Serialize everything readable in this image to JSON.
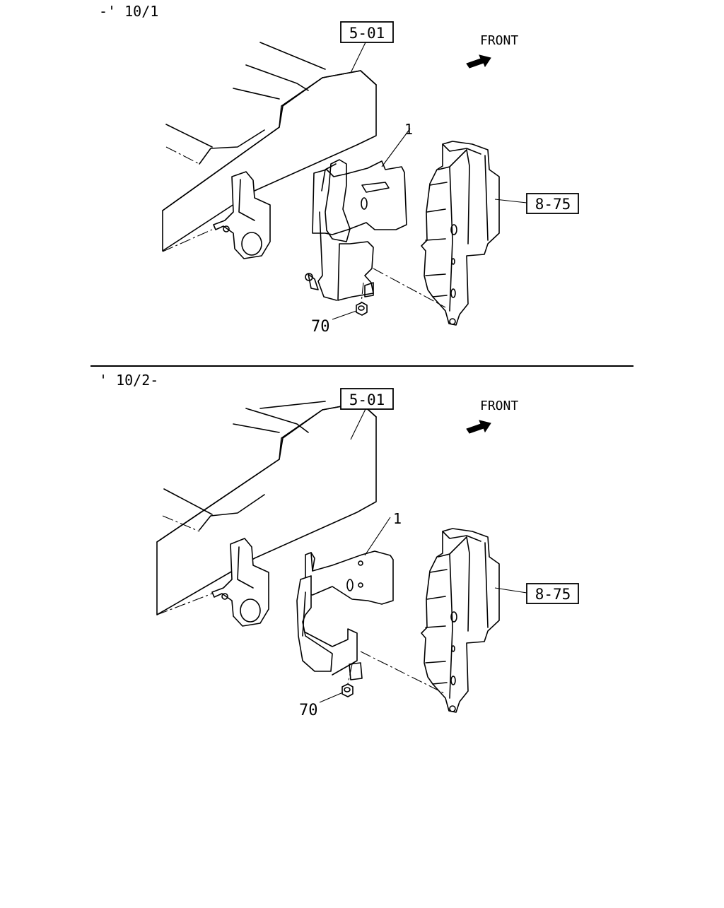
{
  "sections": [
    {
      "range_label": "-' 10/1",
      "ref_frame": "5-01",
      "ref_ecu": "8-75",
      "front_label": "FRONT",
      "part_bracket": "1",
      "part_nut": "70"
    },
    {
      "range_label": "' 10/2-",
      "ref_frame": "5-01",
      "ref_ecu": "8-75",
      "front_label": "FRONT",
      "part_bracket": "1",
      "part_nut": "70"
    }
  ],
  "colors": {
    "line": "#000000",
    "background": "#ffffff"
  },
  "icons": [
    "front-arrow-icon"
  ]
}
